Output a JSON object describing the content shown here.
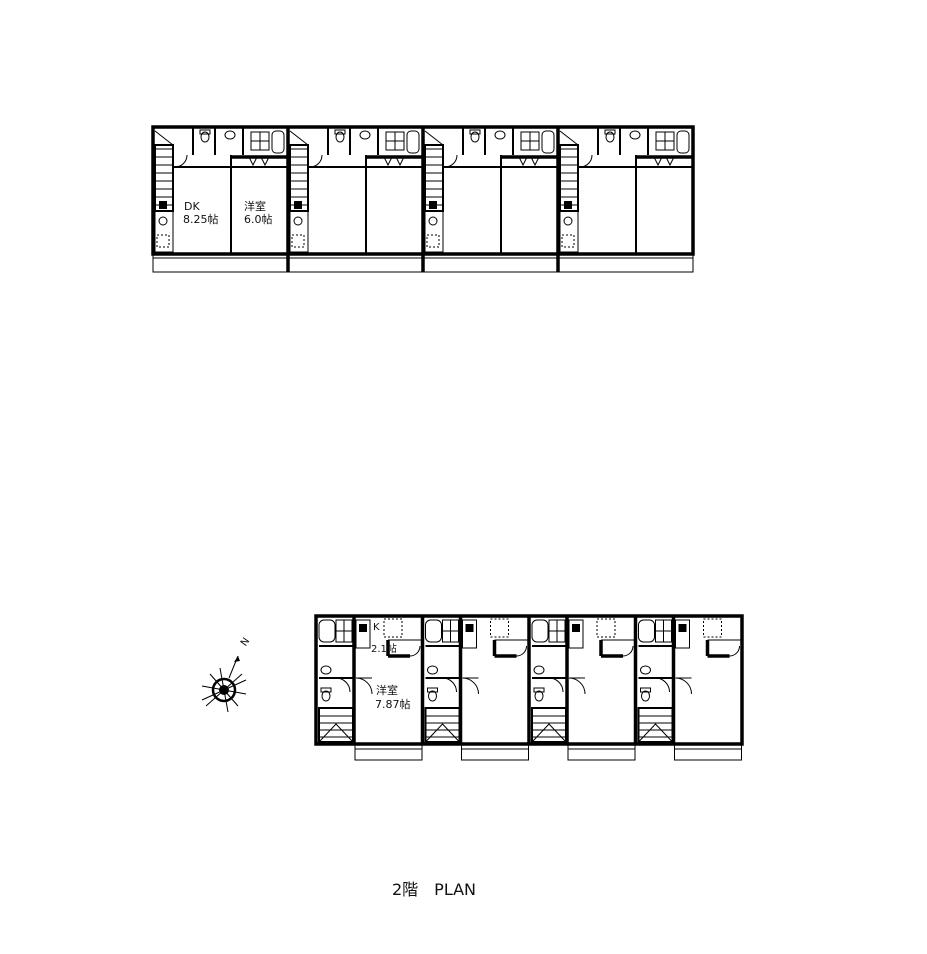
{
  "floor_title": "2階　PLAN",
  "upper_block": {
    "units": 4,
    "rooms": [
      {
        "name": "DK",
        "size": "8.25帖"
      },
      {
        "name": "洋室",
        "size": "6.0帖"
      }
    ]
  },
  "lower_block": {
    "units": 4,
    "rooms": [
      {
        "name": "K",
        "size": "2.1帖"
      },
      {
        "name": "洋室",
        "size": "7.87帖"
      }
    ]
  },
  "compass": {
    "label": "N",
    "icon": "north-arrow-icon"
  },
  "colors": {
    "line": "#000000",
    "background": "#ffffff"
  }
}
